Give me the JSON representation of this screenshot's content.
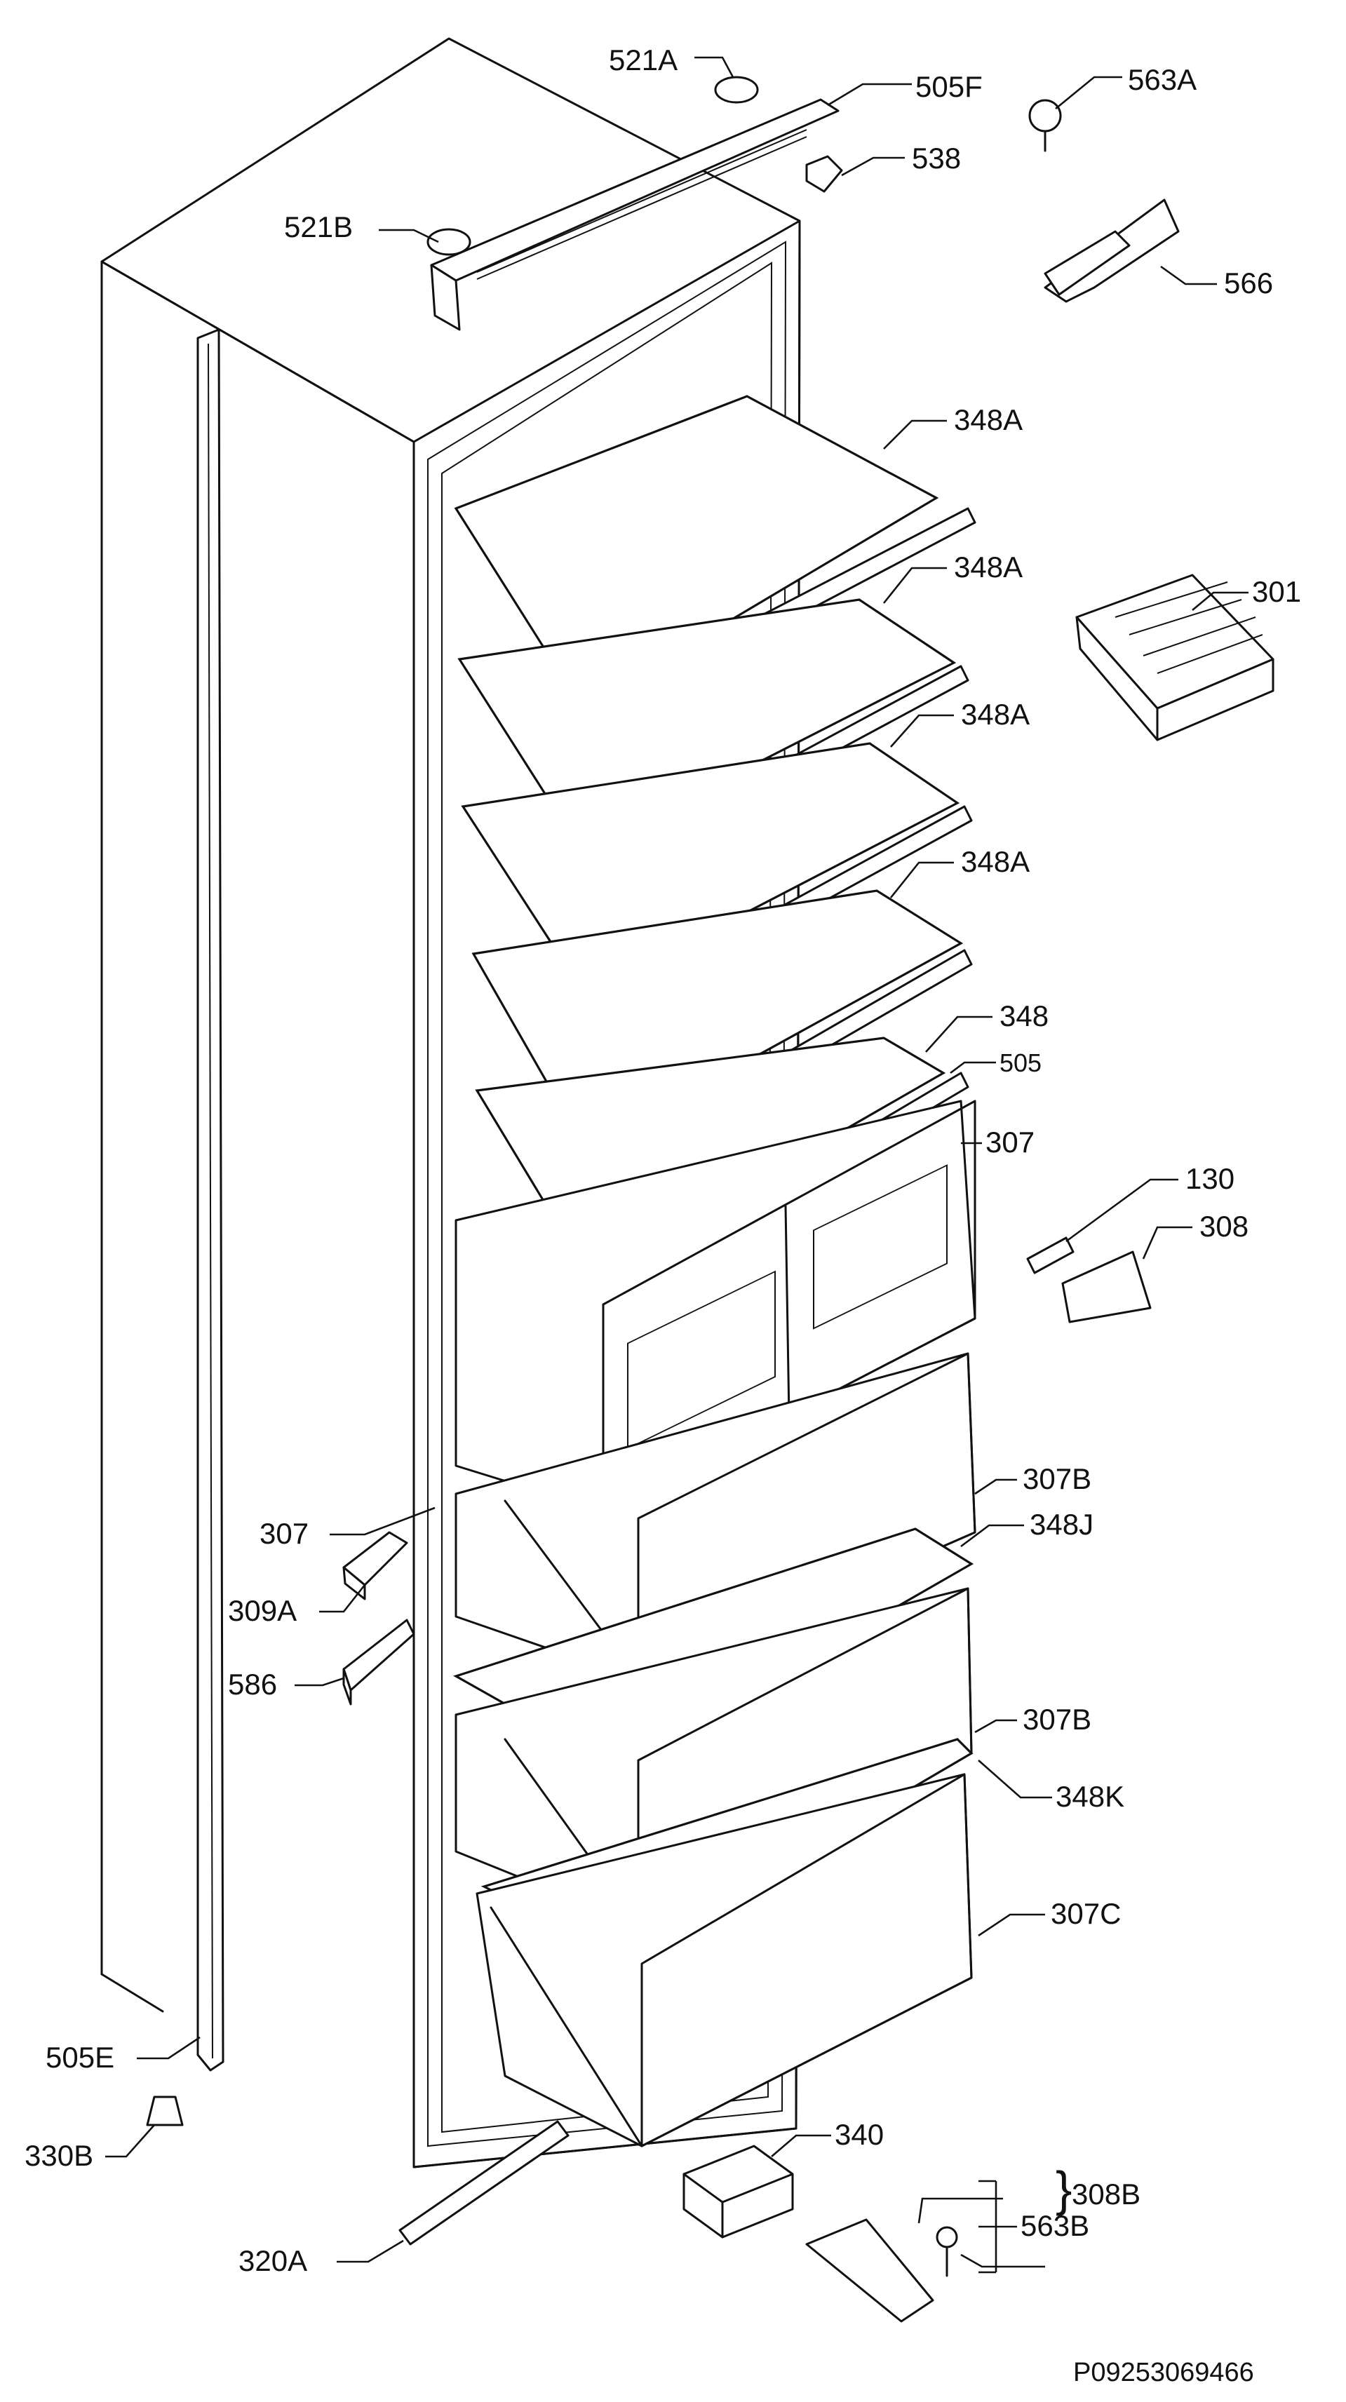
{
  "diagram": {
    "drawing_code": "P09253069466",
    "labels": [
      {
        "id": "521A",
        "text": "521A"
      },
      {
        "id": "505F",
        "text": "505F"
      },
      {
        "id": "563A",
        "text": "563A"
      },
      {
        "id": "538",
        "text": "538"
      },
      {
        "id": "521B",
        "text": "521B"
      },
      {
        "id": "566",
        "text": "566"
      },
      {
        "id": "348A-1",
        "text": "348A"
      },
      {
        "id": "348A-2",
        "text": "348A"
      },
      {
        "id": "301",
        "text": "301"
      },
      {
        "id": "348A-3",
        "text": "348A"
      },
      {
        "id": "348A-4",
        "text": "348A"
      },
      {
        "id": "348",
        "text": "348"
      },
      {
        "id": "505",
        "text": "505"
      },
      {
        "id": "307-top",
        "text": "307"
      },
      {
        "id": "130",
        "text": "130"
      },
      {
        "id": "308",
        "text": "308"
      },
      {
        "id": "307B-1",
        "text": "307B"
      },
      {
        "id": "307-left",
        "text": "307"
      },
      {
        "id": "348J",
        "text": "348J"
      },
      {
        "id": "309A",
        "text": "309A"
      },
      {
        "id": "586",
        "text": "586"
      },
      {
        "id": "307B-2",
        "text": "307B"
      },
      {
        "id": "348K",
        "text": "348K"
      },
      {
        "id": "307C",
        "text": "307C"
      },
      {
        "id": "505E",
        "text": "505E"
      },
      {
        "id": "330B",
        "text": "330B"
      },
      {
        "id": "340",
        "text": "340"
      },
      {
        "id": "308B",
        "text": "308B"
      },
      {
        "id": "563B",
        "text": "563B"
      },
      {
        "id": "320A",
        "text": "320A"
      }
    ]
  }
}
